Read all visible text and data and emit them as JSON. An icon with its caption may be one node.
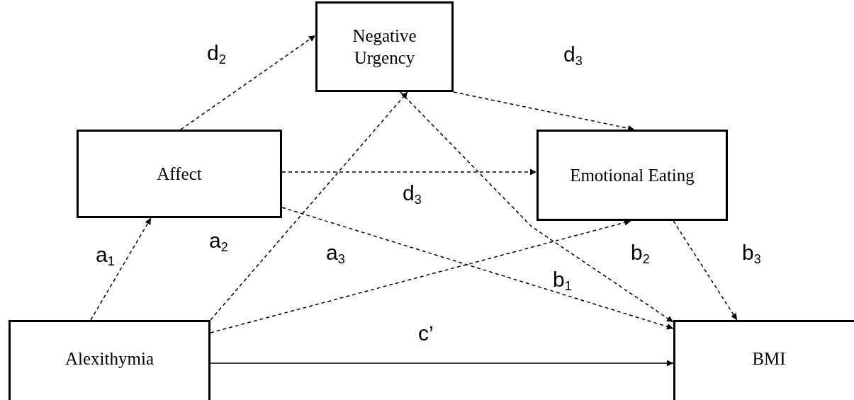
{
  "diagram": {
    "nodes": [
      {
        "text": [
          "Negative Urgency"
        ]
      },
      {
        "text": [
          "Affect"
        ]
      },
      {
        "text": [
          "Emotional Eating"
        ]
      },
      {
        "text": [
          "Alexithymia"
        ]
      },
      {
        "text": [
          "BMI"
        ]
      }
    ],
    "edges": [
      {
        "from": 1,
        "to": 0,
        "arrow": "to",
        "style": "dashed",
        "label": "d$_{2}$"
      },
      {
        "from": 0,
        "to": 2,
        "arrow": "to",
        "style": "dashed",
        "label": "d$_{3}$"
      },
      {
        "from": 1,
        "to": 2,
        "arrow": "to",
        "style": "dashed",
        "label": "d$_{3}$"
      },
      {
        "from": 3,
        "to": 1,
        "arrow": "to",
        "style": "dashed",
        "label": "a$_{1}$"
      },
      {
        "from": 3,
        "to": 0,
        "arrow": "to",
        "style": "dashed",
        "label": "a$_{2}$"
      },
      {
        "from": 3,
        "to": 2,
        "arrow": "to",
        "style": "dashed",
        "label": "a$_{3}$"
      },
      {
        "from": 1,
        "to": 4,
        "arrow": "to",
        "style": "dashed",
        "label": "b$_{1}$"
      },
      {
        "from": 0,
        "to": 4,
        "arrow": "to",
        "style": "dashed",
        "label": "b$_{2}$"
      },
      {
        "from": 2,
        "to": 4,
        "arrow": "to",
        "style": "dashed",
        "label": "b$_{3}$"
      },
      {
        "from": 3,
        "to": 4,
        "arrow": "to",
        "label": "c’"
      }
    ]
  }
}
